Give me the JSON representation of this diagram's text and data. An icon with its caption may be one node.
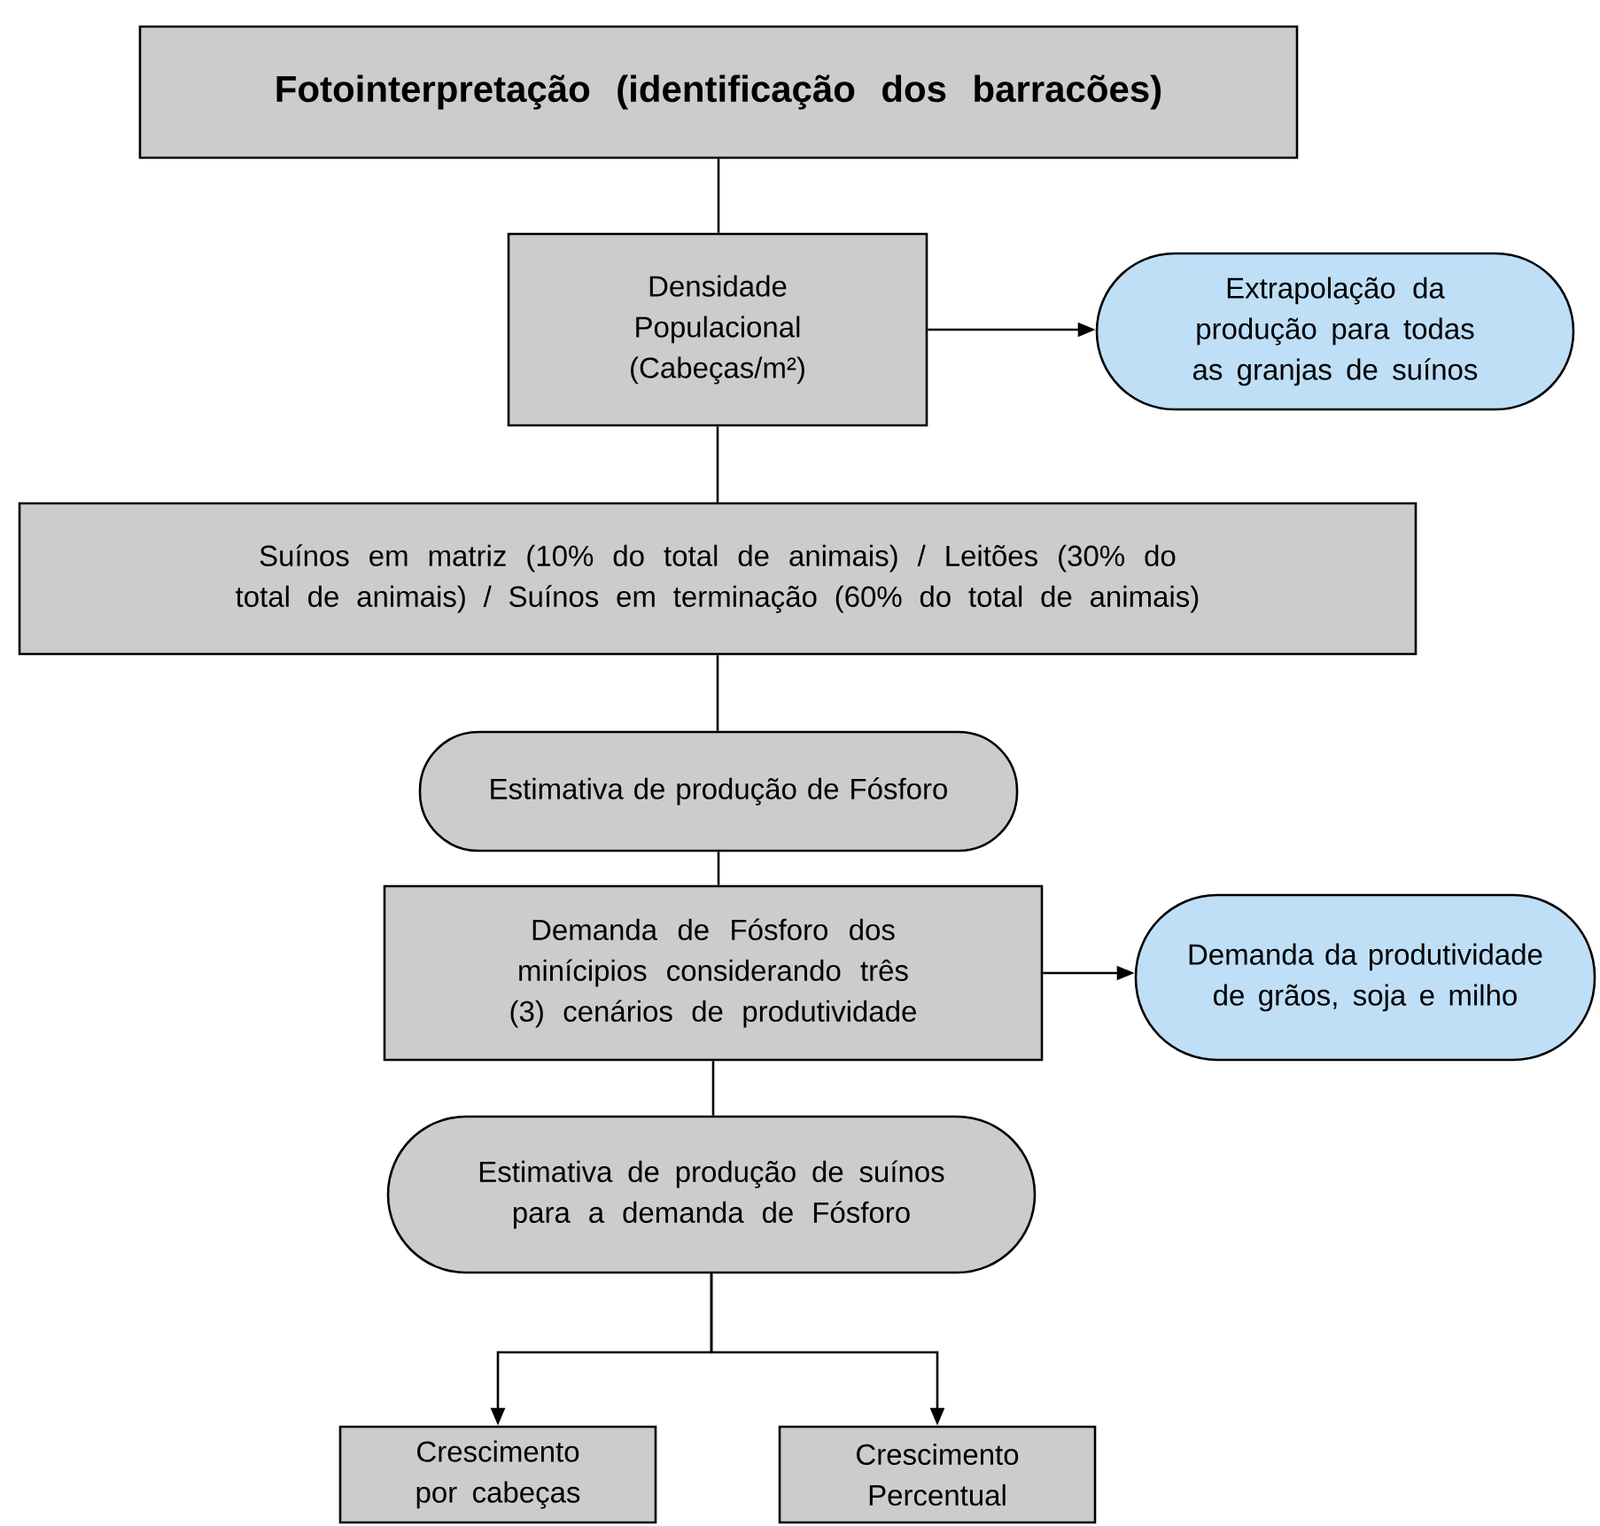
{
  "diagram": {
    "nodes": [
      {
        "text": [
          "Fotointerpretação (identificação dos barracões)"
        ]
      },
      {
        "text": [
          "Densidade Populacional (Cabeças/m²)"
        ]
      },
      {
        "text": [
          "Extrapolação da produção para todas as granjas de suínos"
        ]
      },
      {
        "text": [
          "Suínos em matriz (10% do total de animais) / Leitões (30% do total de animais) / Suínos em terminação (60% do total de animais)"
        ]
      },
      {
        "text": [
          "Estimativa de produção de Fósforo"
        ]
      },
      {
        "text": [
          "Demanda de Fósforo dos minícipios considerando três (3) cenários de produtividade"
        ]
      },
      {
        "text": [
          "Demanda da produtividade de grãos, soja e milho"
        ]
      },
      {
        "text": [
          "Estimativa de produção de suínos para a demanda de Fósforo"
        ]
      },
      {
        "text": [
          "Crescimento por cabeças"
        ]
      },
      {
        "text": [
          "Crescimento Percentual"
        ]
      }
    ],
    "edges": [
      {
        "from": 0,
        "to": 1,
        "arrow": "none"
      },
      {
        "from": 1,
        "to": 2,
        "arrow": "to"
      },
      {
        "from": 1,
        "to": 3,
        "arrow": "none"
      },
      {
        "from": 3,
        "to": 4,
        "arrow": "none"
      },
      {
        "from": 4,
        "to": 5,
        "arrow": "none"
      },
      {
        "from": 5,
        "to": 6,
        "arrow": "to"
      },
      {
        "from": 5,
        "to": 7,
        "arrow": "none"
      },
      {
        "from": 7,
        "to": 8,
        "arrow": "to"
      },
      {
        "from": 7,
        "to": 9,
        "arrow": "to"
      }
    ]
  }
}
